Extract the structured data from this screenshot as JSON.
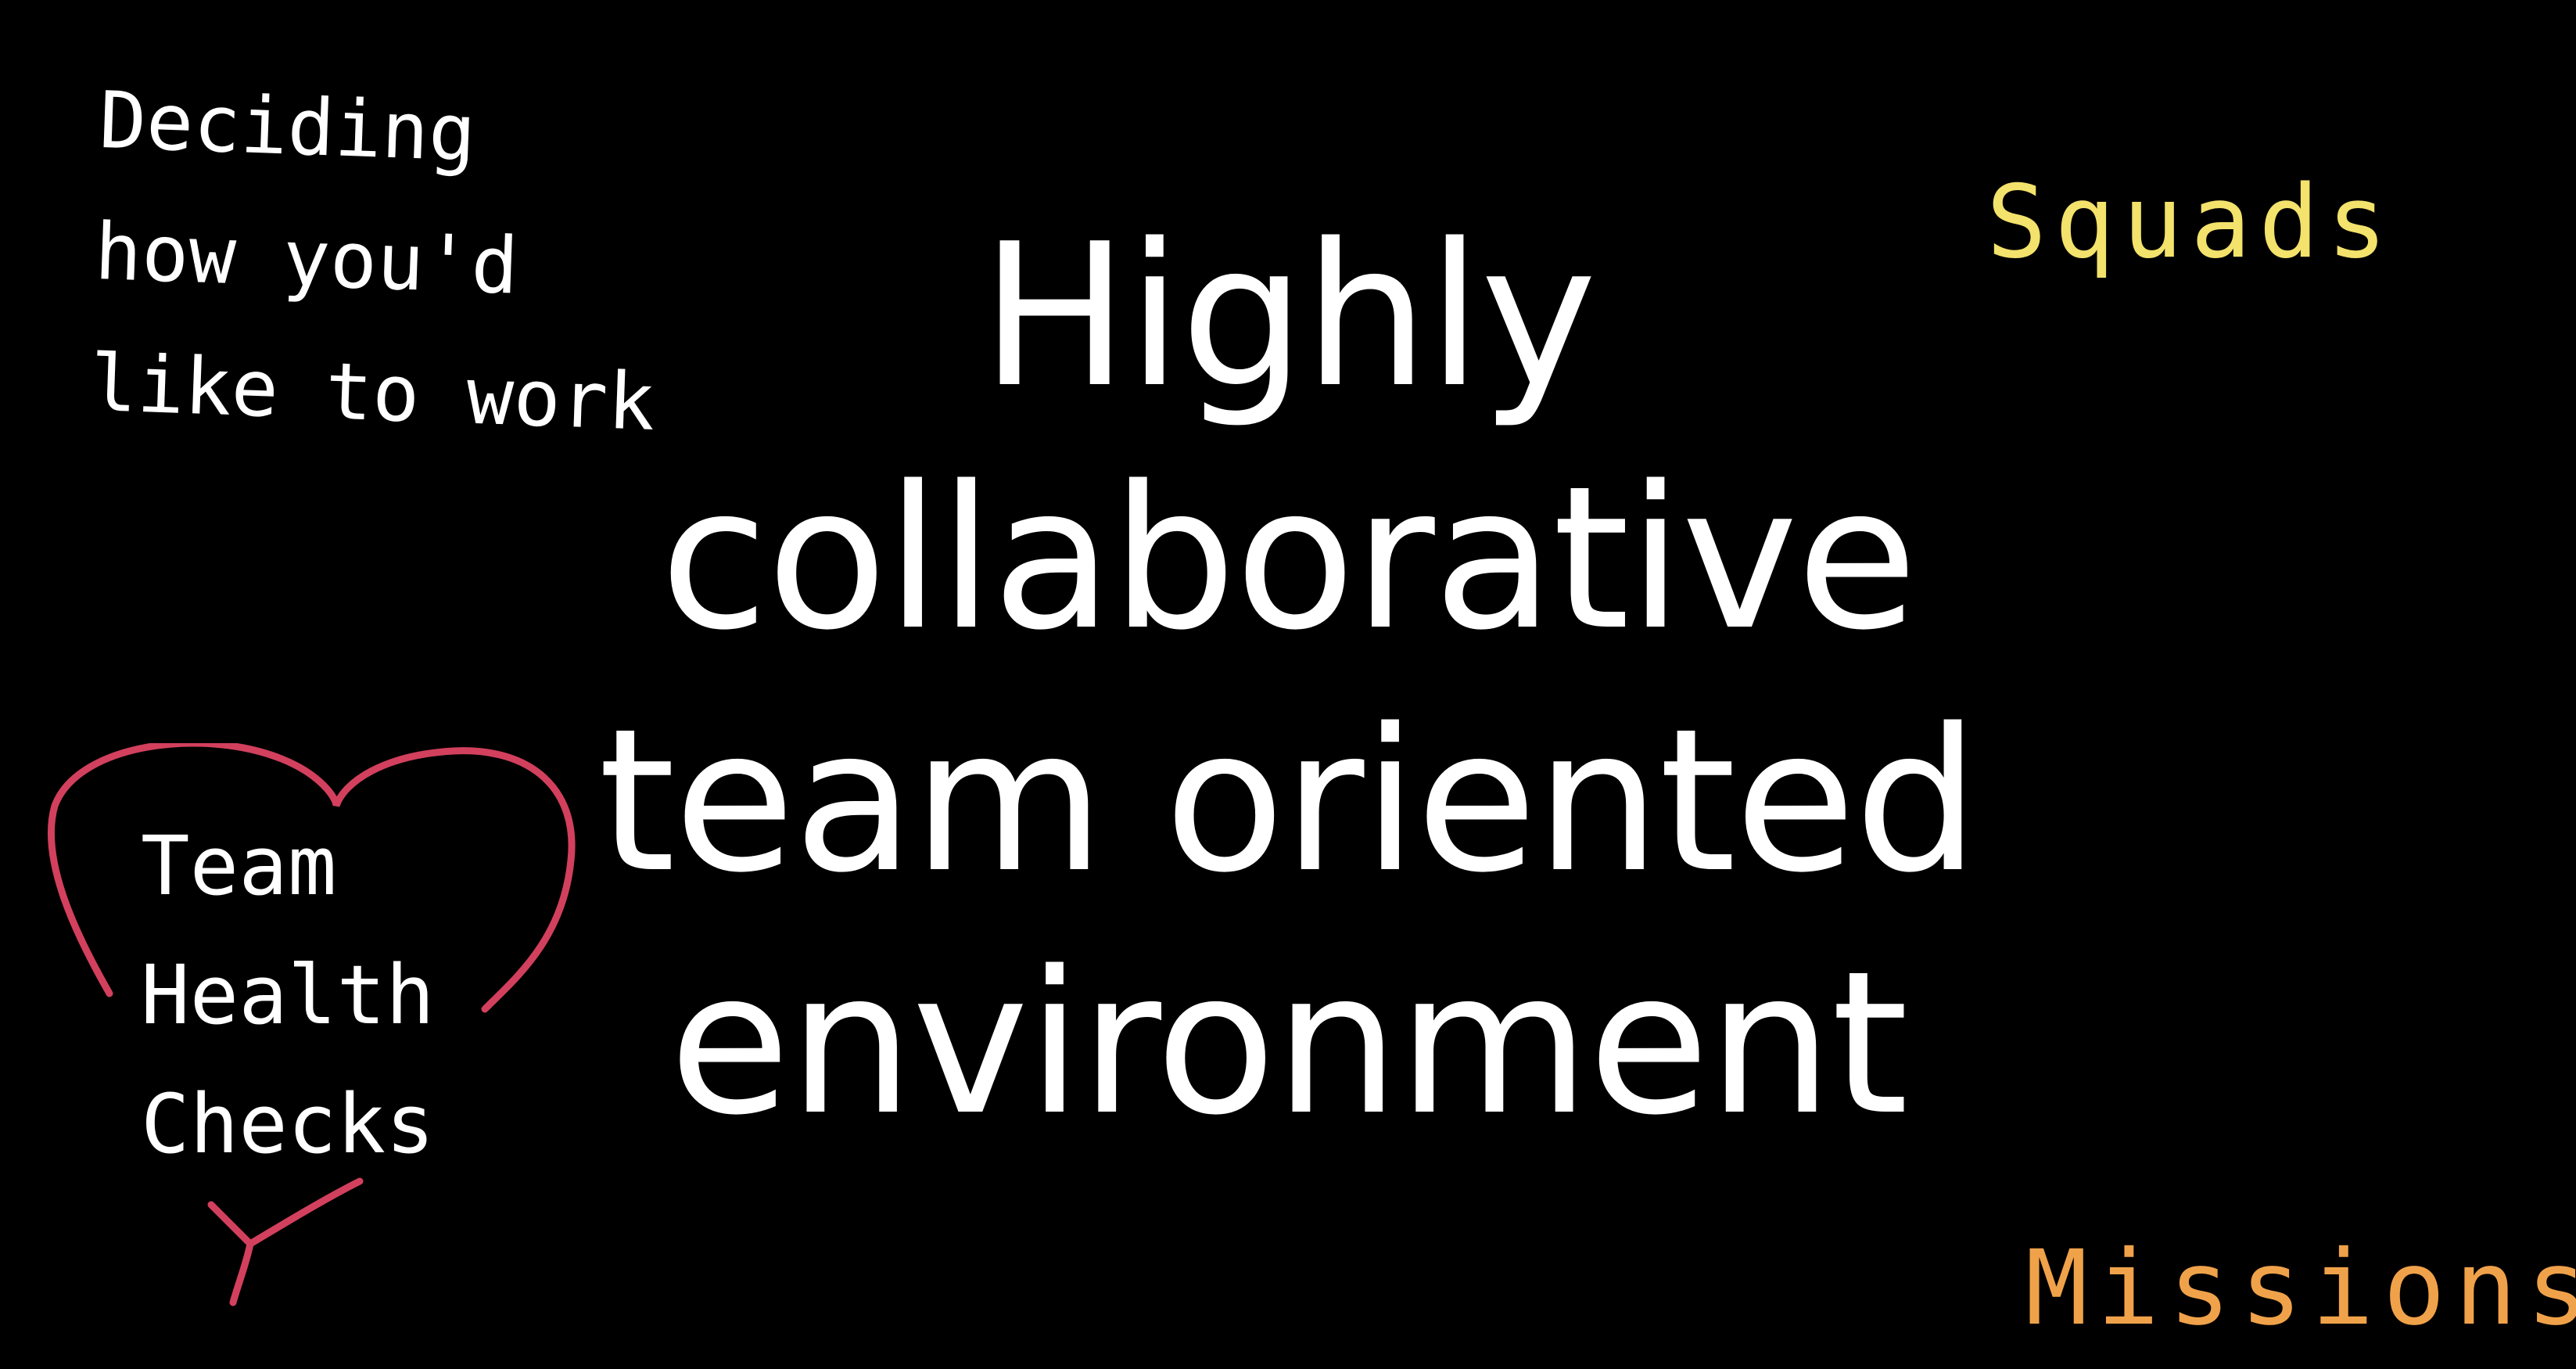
{
  "slide": {
    "title_lines": [
      "Highly",
      "collaborative",
      "team oriented",
      "environment"
    ]
  },
  "notes": {
    "top_left": [
      "Deciding",
      "how you'd",
      "like to work"
    ],
    "top_right": "Squads",
    "bottom_right": "Missions",
    "heart": [
      "Team",
      "Health",
      "Checks"
    ]
  },
  "colors": {
    "background": "#000000",
    "title": "#ffffff",
    "note_white": "#ffffff",
    "squads": "#f3e26b",
    "missions": "#f0a24a",
    "heart": "#d2405e"
  },
  "icons": {
    "heart": "heart-outline-icon"
  }
}
